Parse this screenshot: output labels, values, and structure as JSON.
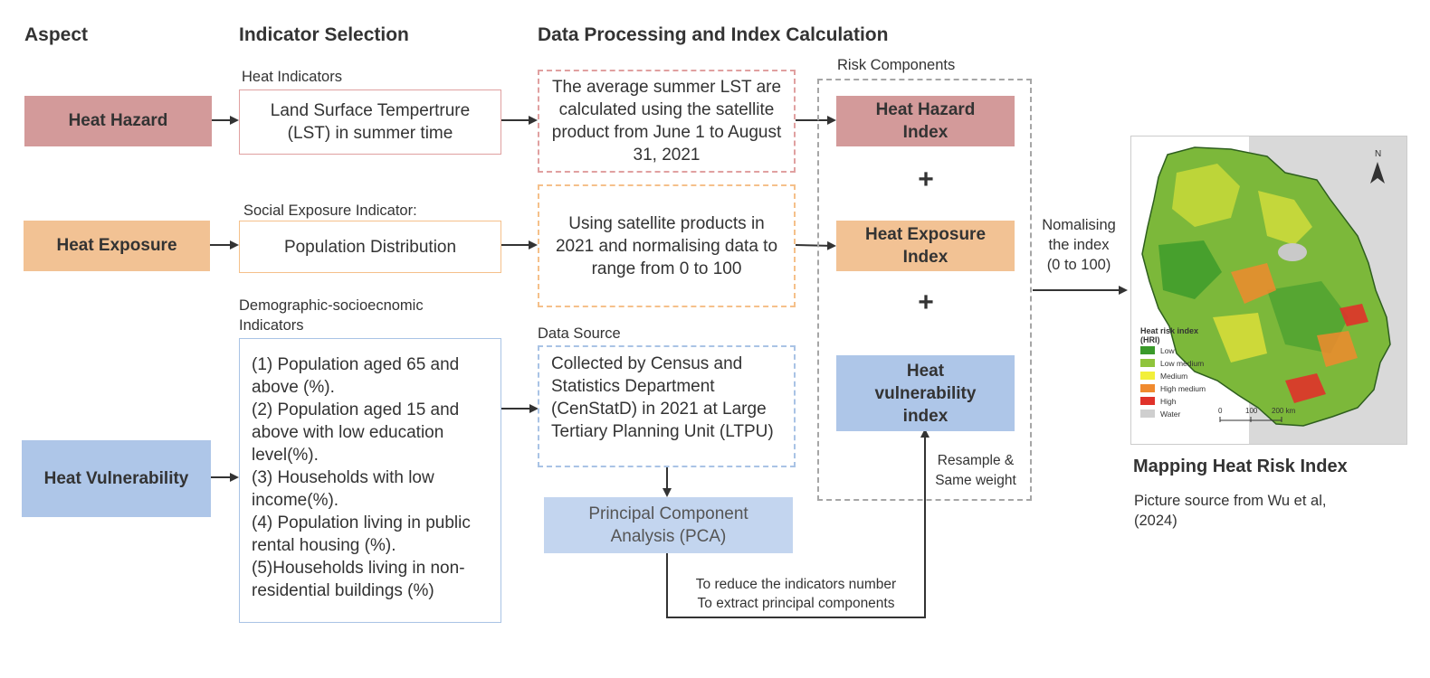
{
  "headers": {
    "aspect": "Aspect",
    "indicator_selection": "Indicator Selection",
    "data_processing": "Data Processing and Index Calculation",
    "risk_components": "Risk Components"
  },
  "aspects": {
    "hazard": "Heat Hazard",
    "exposure": "Heat Exposure",
    "vulnerability": "Heat Vulnerability"
  },
  "indicator_groups": {
    "heat": "Heat Indicators",
    "social": "Social Exposure Indicator:",
    "demographic": "Demographic-socioecnomic\nIndicators"
  },
  "indicators": {
    "lst": "Land Surface Tempertrure\n(LST) in summer time",
    "population": "Population Distribution",
    "vulnerability_list": [
      "(1) Population aged 65 and above (%).",
      "(2) Population aged 15 and above with low education level(%).",
      "(3) Households with low income(%).",
      "(4) Population living in public rental housing (%).",
      "(5)Households living in non-residential buildings (%)"
    ]
  },
  "processing": {
    "lst_text": "The average summer LST are calculated using the satellite product from June 1 to August 31, 2021",
    "exposure_text": "Using satellite products in 2021 and normalising data to range from 0 to 100",
    "data_source_label": "Data Source",
    "data_source_text": "Collected by Census and Statistics Department (CenStatD) in 2021 at Large Tertiary Planning Unit (LTPU)",
    "pca": "Principal Component Analysis (PCA)",
    "pca_note": "To reduce the indicators number\nTo extract principal components",
    "resample_note": "Resample &\nSame weight"
  },
  "risk": {
    "hazard_index": "Heat Hazard\nIndex",
    "exposure_index": "Heat Exposure\nIndex",
    "vulnerability_index": "Heat\nvulnerability\nindex",
    "plus": "+"
  },
  "normalising_note": "Nomalising\nthe index\n(0 to 100)",
  "map": {
    "title": "Mapping Heat Risk Index",
    "source": "Picture source from Wu et al,\n(2024)",
    "north": "N",
    "legend_title": "Heat risk index\n(HRI)",
    "legend": [
      {
        "label": "Low",
        "color": "#3a9a2a"
      },
      {
        "label": "Low medium",
        "color": "#8fc43c"
      },
      {
        "label": "Medium",
        "color": "#f2ef3a"
      },
      {
        "label": "High medium",
        "color": "#f08a2e"
      },
      {
        "label": "High",
        "color": "#e0322a"
      },
      {
        "label": "Water",
        "color": "#cfcfcf"
      }
    ],
    "scale_labels": [
      "0",
      "100",
      "200 km"
    ]
  },
  "colors": {
    "hazard": "#d39a9a",
    "exposure": "#f2c294",
    "vulnerability": "#aec6e8",
    "pca": "#c3d5ef",
    "hazard_border": "#e0a0a0",
    "exposure_border": "#f5c08a",
    "vulnerability_border": "#a9c3e5",
    "dashed_group": "#a6a6a6"
  }
}
